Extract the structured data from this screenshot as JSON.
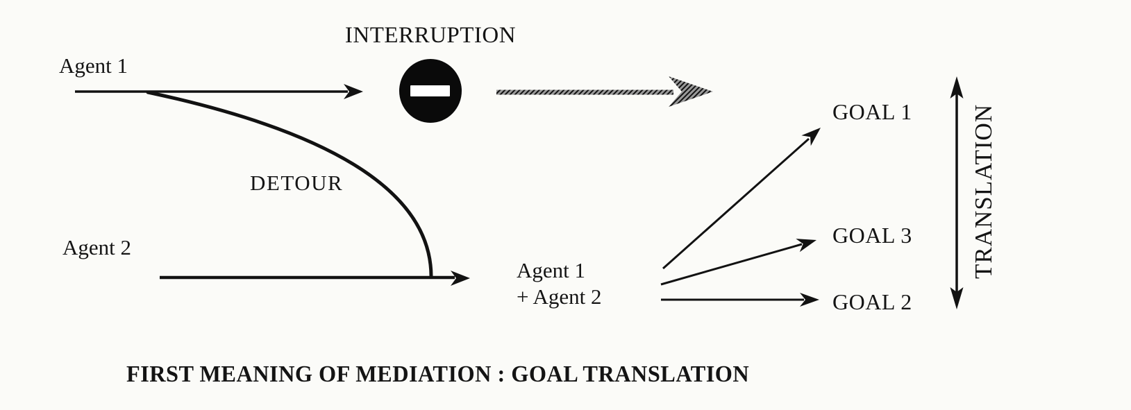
{
  "diagram": {
    "interruption_label": "INTERRUPTION",
    "detour_label": "DETOUR",
    "translation_label": "TRANSLATION",
    "agents": {
      "agent1": "Agent 1",
      "agent2": "Agent 2"
    },
    "combined": {
      "line1": "Agent 1",
      "line2": "+ Agent 2"
    },
    "goals": [
      {
        "label": "GOAL 1"
      },
      {
        "label": "GOAL 3"
      },
      {
        "label": "GOAL 2"
      }
    ],
    "caption": "FIRST MEANING OF MEDIATION : GOAL TRANSLATION",
    "icons": {
      "no_entry": "no-entry-icon",
      "gray_arrow": "thick-hatched-arrow-icon",
      "double_arrow": "up-down-double-arrow-icon"
    },
    "colors": {
      "ink": "#121212",
      "paper": "#fbfbf8",
      "gray_arrow_base": "#9a9a9a",
      "gray_arrow_hatch": "#6e6e6e",
      "no_entry_bg": "#0a0a0a",
      "no_entry_bar": "#ffffff"
    }
  }
}
